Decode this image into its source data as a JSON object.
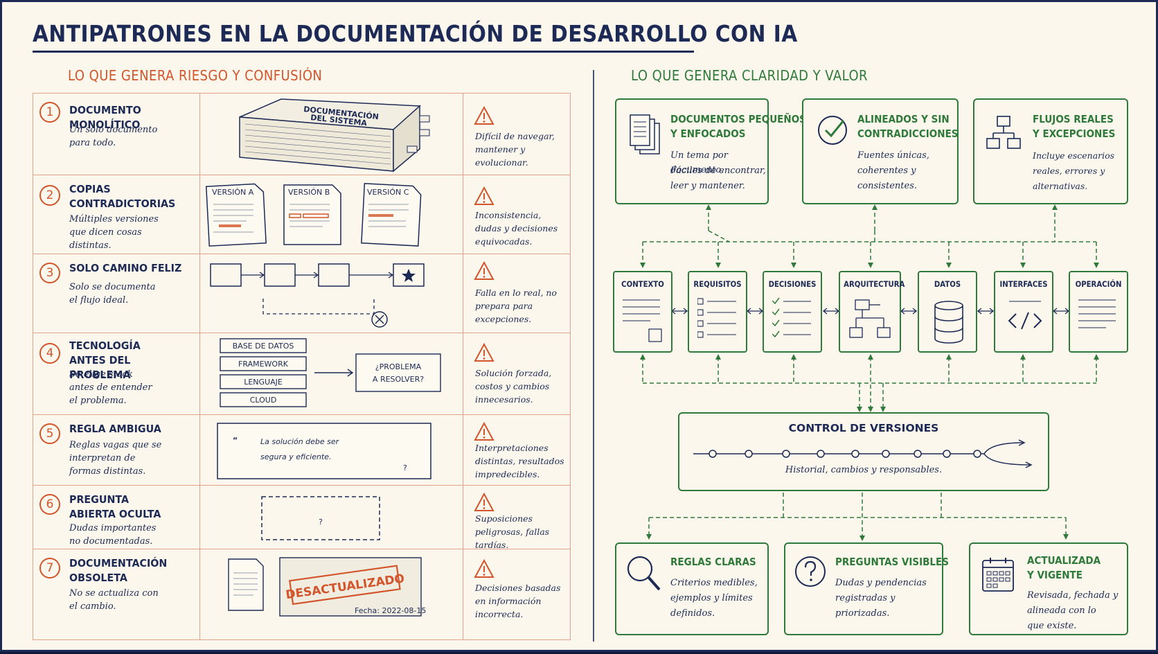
{
  "title": "ANTIPATRONES EN LA DOCUMENTACIÓN DE DESARROLLO CON IA",
  "left": {
    "heading": "LO QUE GENERA RIESGO Y CONFUSIÓN",
    "rows": [
      {
        "n": "1",
        "title": "DOCUMENTO MONOLÍTICO",
        "desc": "Un solo documento para todo.",
        "cons": "Difícil de navegar, mantener y evolucionar."
      },
      {
        "n": "2",
        "title": "COPIAS CONTRADICTORIAS",
        "desc": "Múltiples versiones que dicen cosas distintas.",
        "cons": "Inconsistencia, dudas y decisiones equivocadas."
      },
      {
        "n": "3",
        "title": "SOLO CAMINO FELIZ",
        "desc": "Solo se documenta el flujo ideal.",
        "cons": "Falla en lo real, no prepara para excepciones."
      },
      {
        "n": "4",
        "title": "TECNOLOGÍA ANTES DEL PROBLEMA",
        "desc": "Se elige stack antes de entender el problema.",
        "cons": "Solución forzada, costos y cambios innecesarios."
      },
      {
        "n": "5",
        "title": "REGLA AMBIGUA",
        "desc": "Reglas vagas que se interpretan de formas distintas.",
        "cons": "Interpretaciones distintas, resultados impredecibles."
      },
      {
        "n": "6",
        "title": "PREGUNTA ABIERTA OCULTA",
        "desc": "Dudas importantes no documentadas.",
        "cons": "Suposiciones peligrosas, fallas tardías."
      },
      {
        "n": "7",
        "title": "DOCUMENTACIÓN OBSOLETA",
        "desc": "No se actualiza con el cambio.",
        "cons": "Decisiones basadas en información incorrecta."
      }
    ],
    "illus": {
      "book_label_1": "DOCUMENTACIÓN",
      "book_label_2": "DEL SISTEMA",
      "versions": [
        "VERSIÓN A",
        "VERSIÓN B",
        "VERSIÓN C"
      ],
      "stack": [
        "BASE DE DATOS",
        "FRAMEWORK",
        "LENGUAJE",
        "CLOUD"
      ],
      "problem_1": "¿PROBLEMA",
      "problem_2": "A RESOLVER?",
      "quote_mark": "“",
      "quote_1": "La solución debe ser",
      "quote_2": "segura y eficiente.",
      "quote_q": "?",
      "hidden_q": "?",
      "stamp": "DESACTUALIZADO",
      "date": "Fecha:  2022-08-15"
    }
  },
  "right": {
    "heading": "LO QUE GENERA CLARIDAD Y VALOR",
    "top": [
      {
        "title_1": "DOCUMENTOS PEQUEÑOS",
        "title_2": "Y ENFOCADOS",
        "desc": [
          "Un tema por documento.",
          "Fáciles de encontrar,",
          "leer y mantener."
        ],
        "icon": "documents-icon"
      },
      {
        "title_1": "ALINEADOS Y SIN",
        "title_2": "CONTRADICCIONES",
        "desc": [
          "Fuentes únicas,",
          "coherentes y",
          "consistentes."
        ],
        "icon": "check-circle-icon"
      },
      {
        "title_1": "FLUJOS REALES",
        "title_2": "Y EXCEPCIONES",
        "desc": [
          "Incluye escenarios",
          "reales, errores y",
          "alternativas."
        ],
        "icon": "flowchart-icon"
      }
    ],
    "middle": [
      "CONTEXTO",
      "REQUISITOS",
      "DECISIONES",
      "ARQUITECTURA",
      "DATOS",
      "INTERFACES",
      "OPERACIÓN"
    ],
    "vc": {
      "title": "CONTROL DE VERSIONES",
      "desc": "Historial, cambios y responsables."
    },
    "bottom": [
      {
        "title_1": "REGLAS CLARAS",
        "title_2": "",
        "desc": [
          "Criterios medibles,",
          "ejemplos y límites",
          "definidos."
        ],
        "icon": "magnifier-icon"
      },
      {
        "title_1": "PREGUNTAS VISIBLES",
        "title_2": "",
        "desc": [
          "Dudas y pendencias",
          "registradas y",
          "priorizadas."
        ],
        "icon": "question-circle-icon"
      },
      {
        "title_1": "ACTUALIZADA",
        "title_2": "Y VIGENTE",
        "desc": [
          "Revisada, fechada y",
          "alineada con lo",
          "que existe."
        ],
        "icon": "calendar-icon"
      }
    ]
  },
  "colors": {
    "navy": "#1c2a55",
    "red": "#d2552b",
    "green": "#2f7a3b",
    "paper": "#fbf7ec"
  }
}
